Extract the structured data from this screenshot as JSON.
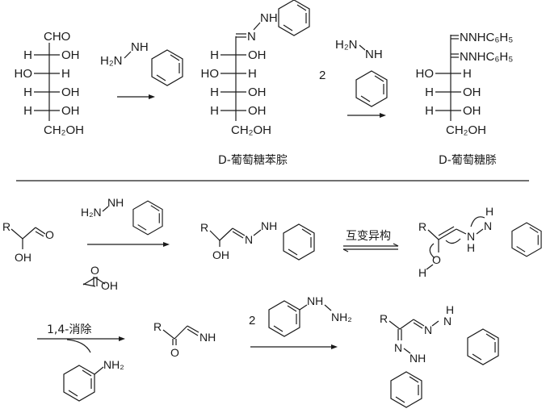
{
  "glucose": {
    "top": "CHO",
    "rows": [
      [
        "H",
        "OH"
      ],
      [
        "HO",
        "H"
      ],
      [
        "H",
        "OH"
      ],
      [
        "H",
        "OH"
      ]
    ],
    "bottom": "CH₂OH"
  },
  "phenylhydrazine": {
    "h2n": "H₂N",
    "nh": "NH",
    "nh2": "NH₂",
    "count": "2"
  },
  "hydrazone": {
    "n": "N",
    "nh": "NH",
    "rows": [
      [
        "H",
        "OH"
      ],
      [
        "HO",
        "H"
      ],
      [
        "H",
        "OH"
      ],
      [
        "H",
        "OH"
      ]
    ],
    "bottom": "CH₂OH",
    "caption": "D-葡萄糖苯腙"
  },
  "osazone": {
    "sub1": "NNHC₆H₅",
    "sub2": "NNHC₆H₅",
    "rows": [
      [
        "HO",
        "H"
      ],
      [
        "H",
        "OH"
      ],
      [
        "H",
        "OH"
      ]
    ],
    "bottom": "CH₂OH",
    "caption": "D-葡萄糖脎"
  },
  "mechanism": {
    "r": "R",
    "o": "O",
    "oh": "OH",
    "h": "H",
    "n": "N",
    "nh": "NH",
    "tautomerism_label": "互变异构",
    "elimination_label": "1,4-消除",
    "acetic_o": "O",
    "acetic_oh": "OH",
    "aniline_nh2": "NH₂",
    "count": "2"
  }
}
